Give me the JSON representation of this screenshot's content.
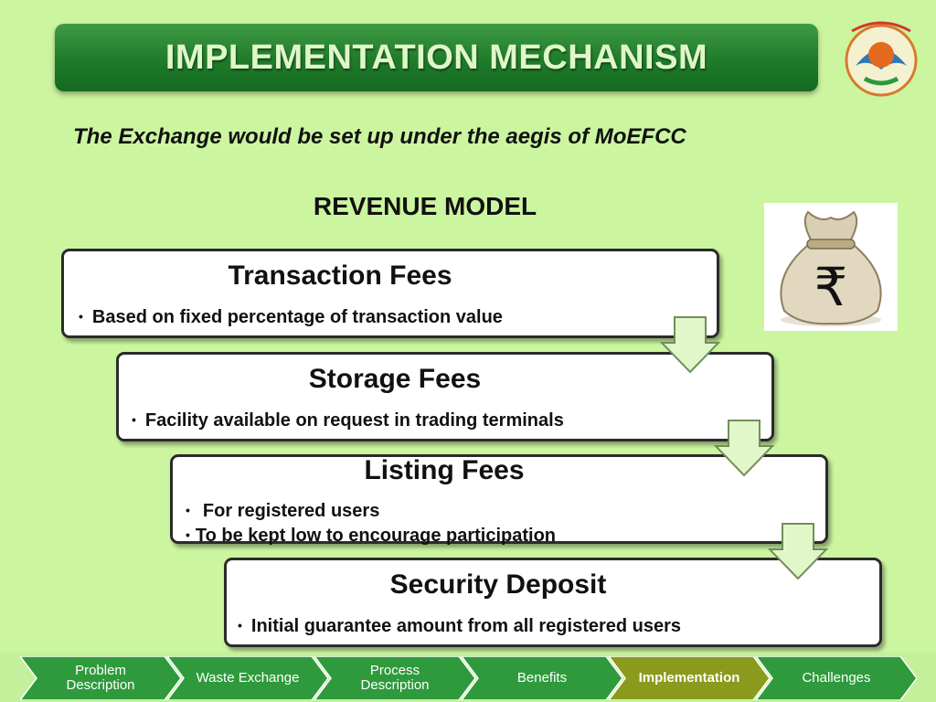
{
  "header": {
    "title": "IMPLEMENTATION MECHANISM",
    "logo_icon": "ministry-emblem-icon"
  },
  "subtitle": "The Exchange would be set up under the aegis of  MoEFCC",
  "model_title": "REVENUE MODEL",
  "illustration_icon": "rupee-moneybag-icon",
  "steps": [
    {
      "title": "Transaction Fees",
      "bullets": [
        "Based on fixed percentage of transaction value"
      ]
    },
    {
      "title": "Storage Fees",
      "bullets": [
        "Facility available on request in trading terminals"
      ]
    },
    {
      "title": "Listing Fees",
      "bullets": [
        "For registered users",
        "To be kept low to encourage participation"
      ]
    },
    {
      "title": "Security Deposit",
      "bullets": [
        "Initial guarantee amount from all registered users"
      ]
    }
  ],
  "nav": {
    "items": [
      {
        "label": "Problem\nDescription"
      },
      {
        "label": "Waste Exchange"
      },
      {
        "label": "Process\nDescription"
      },
      {
        "label": "Benefits"
      },
      {
        "label": "Implementation",
        "active": true
      },
      {
        "label": "Challenges"
      }
    ],
    "colors": {
      "default": "#2e9a3c",
      "active": "#8a9a1c"
    }
  },
  "colors": {
    "background": "#ccf5a0",
    "banner": "#1f7b2a",
    "arrow_fill": "#e2f7c9"
  }
}
